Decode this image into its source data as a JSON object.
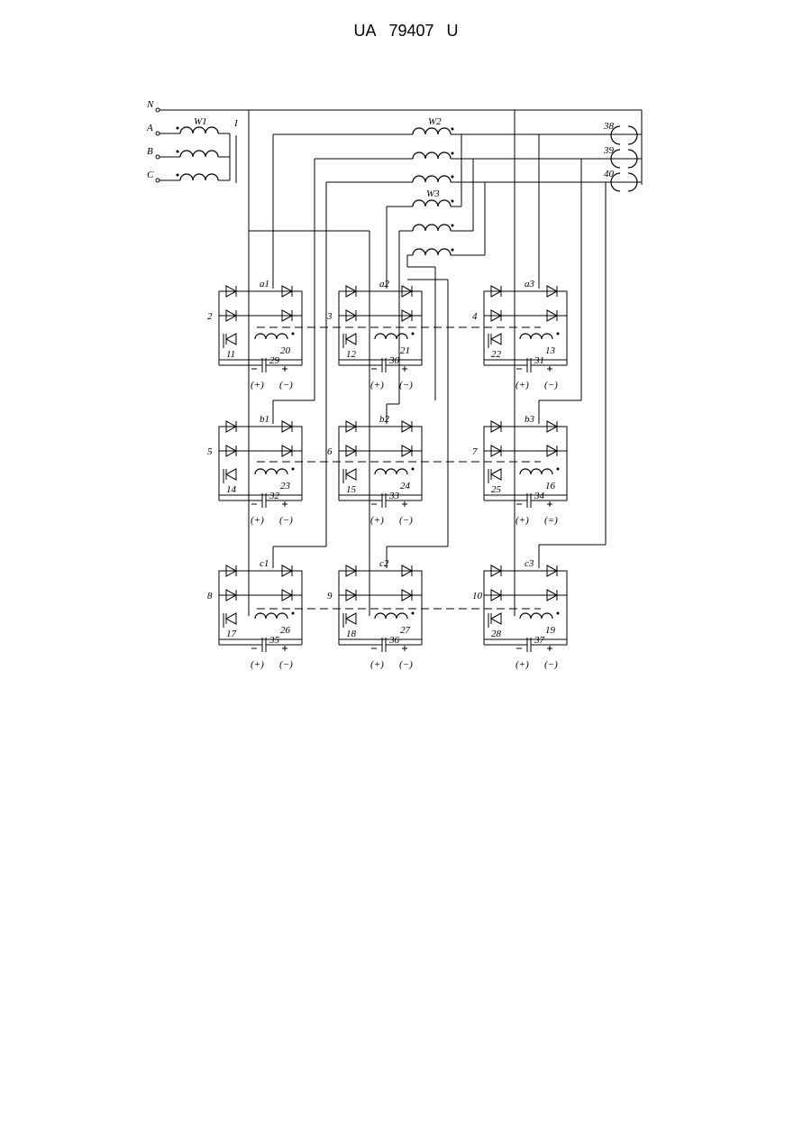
{
  "header": {
    "country": "UA",
    "number": "79407",
    "kind": "U"
  },
  "inputs": {
    "neutral": "N",
    "phase_a": "A",
    "phase_b": "B",
    "phase_c": "C"
  },
  "transformer": {
    "primary": "W1",
    "core": "I",
    "secondary_2": "W2",
    "secondary_3": "W3"
  },
  "outputs": [
    "38",
    "39",
    "40"
  ],
  "modules": [
    {
      "label": "a1",
      "side": "2",
      "t1": "11",
      "coil": "20",
      "cap": "29",
      "neg": "(+)",
      "pos": "(−)"
    },
    {
      "label": "a2",
      "side": "3",
      "t1": "12",
      "coil": "21",
      "cap": "30",
      "neg": "(+)",
      "pos": "(−)"
    },
    {
      "label": "a3",
      "side": "4",
      "t1": "22",
      "coil": "13",
      "cap": "31",
      "neg": "(+)",
      "pos": "(−)"
    },
    {
      "label": "b1",
      "side": "5",
      "t1": "14",
      "coil": "23",
      "cap": "32",
      "neg": "(+)",
      "pos": "(−)"
    },
    {
      "label": "b2",
      "side": "6",
      "t1": "15",
      "coil": "24",
      "cap": "33",
      "neg": "(+)",
      "pos": "(−)"
    },
    {
      "label": "b3",
      "side": "7",
      "t1": "25",
      "coil": "16",
      "cap": "34",
      "neg": "(+)",
      "pos": "(=)"
    },
    {
      "label": "c1",
      "side": "8",
      "t1": "17",
      "coil": "26",
      "cap": "35",
      "neg": "(+)",
      "pos": "(−)"
    },
    {
      "label": "c2",
      "side": "9",
      "t1": "18",
      "coil": "27",
      "cap": "36",
      "neg": "(+)",
      "pos": "(−)"
    },
    {
      "label": "c3",
      "side": "10",
      "t1": "28",
      "coil": "19",
      "cap": "37",
      "neg": "(+)",
      "pos": "(−)"
    }
  ]
}
